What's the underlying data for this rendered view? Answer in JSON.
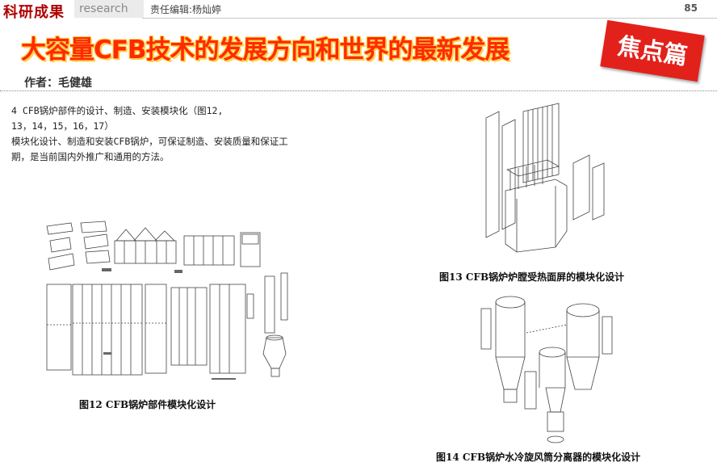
{
  "header": {
    "logo_text": "科研成果",
    "section_en": "research",
    "editor": "责任编辑:杨灿婷",
    "page_number": "85"
  },
  "article": {
    "title": "大容量CFB技术的发展方向和世界的最新发展",
    "stamp": "焦点篇",
    "author": "作者：毛健雄",
    "heading_line1": "4 CFB锅炉部件的设计、制造、安装模块化（图12,",
    "heading_line2": "13，14，15，16，17）",
    "body_line1": "模块化设计、制造和安装CFB锅炉，可保证制造、安装质量和保证工",
    "body_line2": "期，是当前国内外推广和通用的方法。"
  },
  "figures": {
    "fig12_caption": "图12  CFB锅炉部件模块化设计",
    "fig13_caption": "图13  CFB锅炉炉膛受热面屏的模块化设计",
    "fig14_caption": "图14 CFB锅炉水冷旋风筒分离器的模块化设计"
  }
}
